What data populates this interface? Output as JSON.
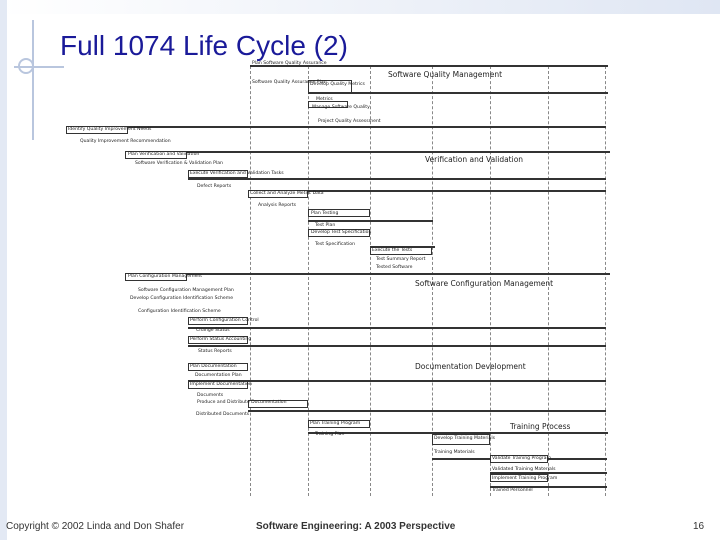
{
  "slide": {
    "title": "Full 1074 Life Cycle (2)",
    "footer_left": "Copyright © 2002 Linda and Don Shafer",
    "footer_center": "Software Engineering: A 2003 Perspective",
    "page_number": "16"
  },
  "sections": [
    "Software Quality Management",
    "Verification and Validation",
    "Software Configuration Management",
    "Documentation Development",
    "Training Process"
  ],
  "activities": [
    "Plan Software Quality Assurance",
    "Software Quality Assurance Plan",
    "Develop Quality Metrics",
    "Metrics",
    "Manage Software Quality",
    "Project Quality Assessment",
    "Identify Quality Improvement Needs",
    "Quality Improvement Recommendation",
    "Plan Verification and Validation",
    "Software Verification & Validation Plan",
    "Execute Verification and Validation Tasks",
    "Defect Reports",
    "Collect and Analyze Metric Data",
    "Analysis Reports",
    "Plan Testing",
    "Test Plan",
    "Develop Test Specification",
    "Test Specification",
    "Execute the Tests",
    "Test Summary Report",
    "Tested Software",
    "Plan Configuration Management",
    "Software Configuration Management Plan",
    "Develop Configuration Identification Scheme",
    "Configuration Identification Scheme",
    "Perform Configuration Control",
    "Change Status",
    "Perform Status Accounting",
    "Status Reports",
    "Plan Documentation",
    "Documentation Plan",
    "Implement Documentation",
    "Documents",
    "Produce and Distribute Documentation",
    "Distributed Documents",
    "Plan Training Program",
    "Training Plan",
    "Develop Training Materials",
    "Training Materials",
    "Validate Training Program",
    "Validated Training Materials",
    "Implement Training Program",
    "Trained Personnel"
  ]
}
